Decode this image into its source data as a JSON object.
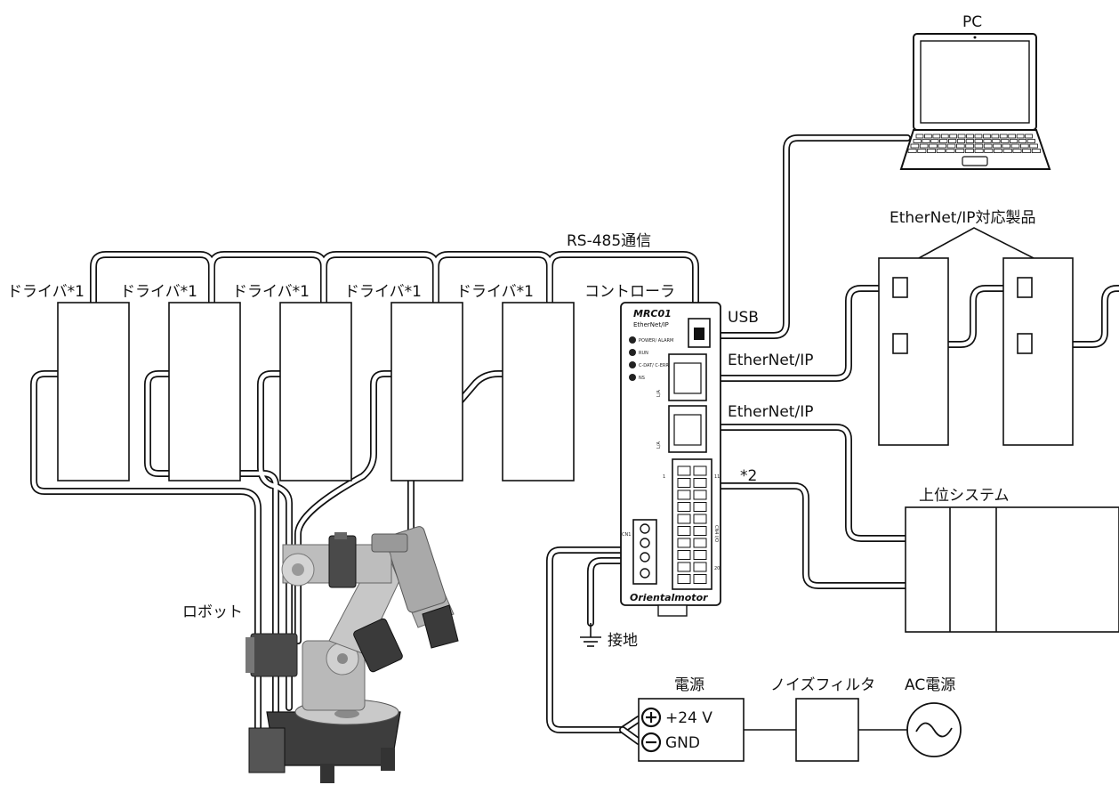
{
  "labels": {
    "pc": "PC",
    "rs485": "RS-485通信",
    "ethernet_products": "EtherNet/IP対応製品",
    "drivers": [
      "ドライバ*1",
      "ドライバ*1",
      "ドライバ*1",
      "ドライバ*1",
      "ドライバ*1"
    ],
    "controller": "コントローラ",
    "usb": "USB",
    "ethernet_ip_1": "EtherNet/IP",
    "ethernet_ip_2": "EtherNet/IP",
    "note2": "*2",
    "host_system": "上位システム",
    "robot": "ロボット",
    "ground": "接地",
    "power_supply": "電源",
    "plus_24v": "+24 V",
    "gnd": "GND",
    "noise_filter": "ノイズフィルタ",
    "ac_power": "AC電源"
  },
  "device": {
    "model": "MRC01",
    "protocol": "EtherNet/IP",
    "brand": "Orientalmotor",
    "leds": [
      "POWER/ ALARM",
      "RUN",
      "C-DAT/ C-ERR",
      "NS"
    ],
    "connector_cn1": "CN1",
    "connector_cn4": "CN4 I/O",
    "pin_1": "1",
    "pin_11": "11",
    "pin_20": "20",
    "port_la_1": "L/A",
    "port_la_2": "L/A"
  },
  "colors": {
    "line": "#111111",
    "robot_body": "#b9b9b9",
    "robot_dark": "#4a4a4a"
  }
}
